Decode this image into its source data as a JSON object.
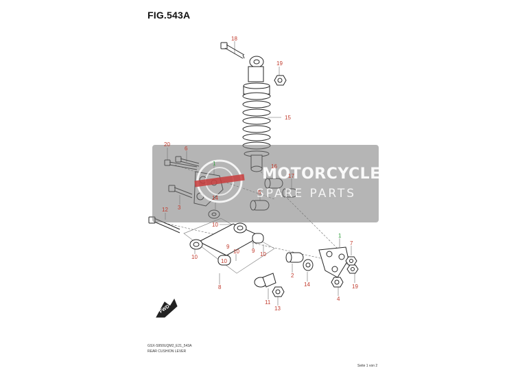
{
  "figure": {
    "title": "FIG.543A"
  },
  "callouts": [
    {
      "id": "c18",
      "text": "18",
      "color": "#c0392b"
    },
    {
      "id": "c19a",
      "text": "19",
      "color": "#c0392b"
    },
    {
      "id": "c15",
      "text": "15",
      "color": "#c0392b"
    },
    {
      "id": "c20",
      "text": "20",
      "color": "#c0392b"
    },
    {
      "id": "c6",
      "text": "6",
      "color": "#c0392b"
    },
    {
      "id": "c1a",
      "text": "1",
      "color": "#2e9e3a"
    },
    {
      "id": "c16",
      "text": "16",
      "color": "#c0392b"
    },
    {
      "id": "c17",
      "text": "17",
      "color": "#c0392b"
    },
    {
      "id": "c5",
      "text": "5",
      "color": "#c0392b"
    },
    {
      "id": "c3",
      "text": "3",
      "color": "#c0392b"
    },
    {
      "id": "c14a",
      "text": "14",
      "color": "#c0392b"
    },
    {
      "id": "c12",
      "text": "12",
      "color": "#c0392b"
    },
    {
      "id": "c10a",
      "text": "10",
      "color": "#c0392b"
    },
    {
      "id": "c1b",
      "text": "1",
      "color": "#2e9e3a"
    },
    {
      "id": "c7",
      "text": "7",
      "color": "#c0392b"
    },
    {
      "id": "c10b",
      "text": "10",
      "color": "#c0392b"
    },
    {
      "id": "c9a",
      "text": "9",
      "color": "#c0392b"
    },
    {
      "id": "c10c",
      "text": "10",
      "color": "#c0392b"
    },
    {
      "id": "c9b",
      "text": "9",
      "color": "#c0392b"
    },
    {
      "id": "c10d",
      "text": "10",
      "color": "#c0392b"
    },
    {
      "id": "c10e",
      "text": "10",
      "color": "#c0392b"
    },
    {
      "id": "c2",
      "text": "2",
      "color": "#c0392b"
    },
    {
      "id": "c14b",
      "text": "14",
      "color": "#c0392b"
    },
    {
      "id": "c19b",
      "text": "19",
      "color": "#c0392b"
    },
    {
      "id": "c8",
      "text": "8",
      "color": "#c0392b"
    },
    {
      "id": "c4",
      "text": "4",
      "color": "#c0392b"
    },
    {
      "id": "c11",
      "text": "11",
      "color": "#c0392b"
    },
    {
      "id": "c13",
      "text": "13",
      "color": "#c0392b"
    }
  ],
  "watermark": {
    "line1": "MOTORCYCLE",
    "line2": "SPARE PARTS"
  },
  "fwd_badge": {
    "label": "FWD"
  },
  "footer": {
    "model_code": "GSX-S950UQM2_E21_543A",
    "caption": "REAR CUSHION LEVER",
    "page": "Seite 1 von 2"
  }
}
